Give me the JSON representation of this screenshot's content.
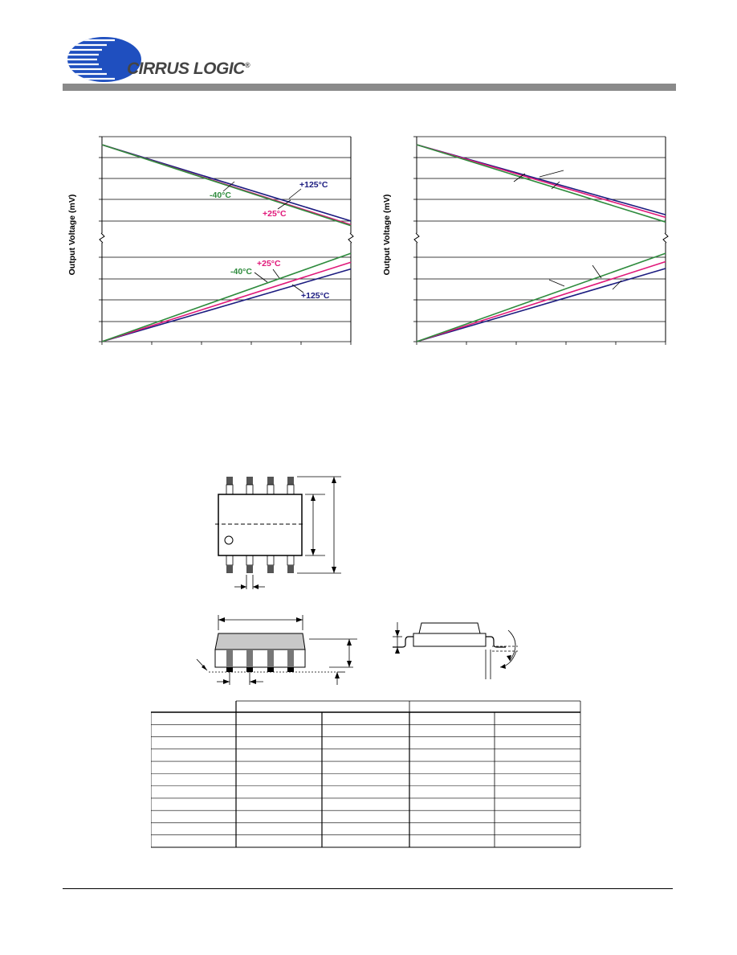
{
  "header": {
    "logo_text": "CIRRUS LOGIC",
    "logo_mark": "®",
    "bar_color": "#8a8a8a"
  },
  "colors": {
    "green": "#2e8b3d",
    "magenta": "#e0197a",
    "navy": "#1c1c80"
  },
  "chart_data": [
    {
      "type": "line",
      "ylabel": "Output Voltage (mV)",
      "grid": true,
      "series": [
        {
          "name": "+125°C",
          "color": "#1c1c80",
          "upper": [
            [
              0,
              0
            ],
            [
              1,
              0.73
            ]
          ],
          "lower": [
            [
              0,
              0
            ],
            [
              1,
              0.695
            ]
          ]
        },
        {
          "name": "+25°C",
          "color": "#e0197a",
          "upper": [
            [
              0,
              0
            ],
            [
              1,
              0.765
            ]
          ],
          "lower": [
            [
              0,
              0
            ],
            [
              1,
              0.76
            ]
          ]
        },
        {
          "name": "-40°C",
          "color": "#2e8b3d",
          "upper": [
            [
              0,
              0
            ],
            [
              1,
              0.775
            ]
          ],
          "lower": [
            [
              0,
              0
            ],
            [
              1,
              0.845
            ]
          ]
        }
      ]
    },
    {
      "type": "line",
      "ylabel": "Output Voltage (mV)",
      "grid": true,
      "series": [
        {
          "name": "navy",
          "color": "#1c1c80",
          "upper": [
            [
              0,
              0
            ],
            [
              1,
              0.67
            ]
          ],
          "lower": [
            [
              0,
              0
            ],
            [
              1,
              0.7
            ]
          ]
        },
        {
          "name": "magenta",
          "color": "#e0197a",
          "upper": [
            [
              0,
              0
            ],
            [
              1,
              0.695
            ]
          ],
          "lower": [
            [
              0,
              0
            ],
            [
              1,
              0.765
            ]
          ]
        },
        {
          "name": "green",
          "color": "#2e8b3d",
          "upper": [
            [
              0,
              0
            ],
            [
              1,
              0.74
            ]
          ],
          "lower": [
            [
              0,
              0
            ],
            [
              1,
              0.845
            ]
          ]
        }
      ]
    }
  ],
  "table": {
    "rows": 11,
    "cols": 5
  }
}
